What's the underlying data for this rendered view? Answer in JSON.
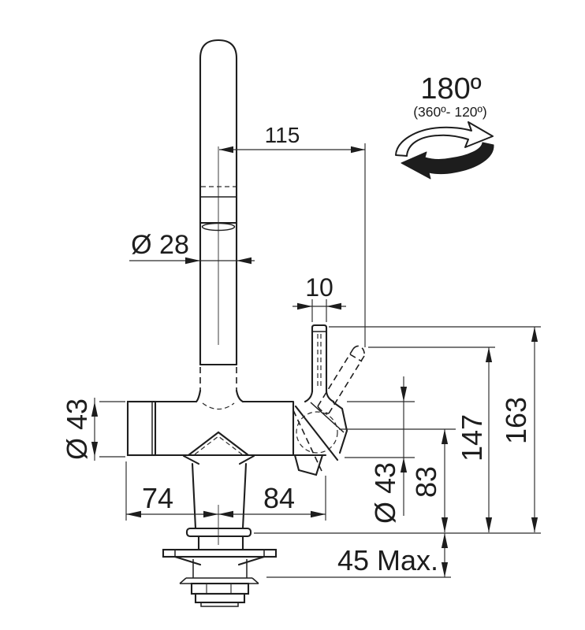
{
  "colors": {
    "ink": "#1d1d1d",
    "background": "#ffffff"
  },
  "rotation_callout": {
    "angle": "180º",
    "range": "(360º- 120º)"
  },
  "dimensions": {
    "spout_reach": "115",
    "spout_diameter": "Ø 28",
    "handle_width": "10",
    "overall_height": "163",
    "handle_position_height": "147",
    "spray_outlet_height": "83",
    "body_diameter": "Ø 43",
    "spray_body_diameter": "Ø 43",
    "offset_left": "74",
    "offset_right": "84",
    "countertop_thickness": "45 Max."
  }
}
